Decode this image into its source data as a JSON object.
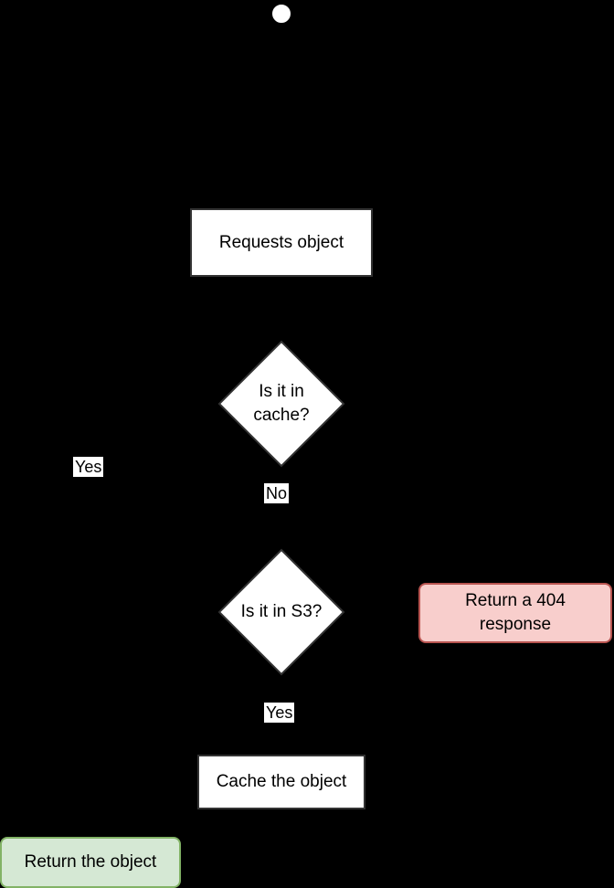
{
  "diagram": {
    "nodes": {
      "request": "Requests object",
      "in_cache": "Is it in\ncache?",
      "in_s3": "Is it in S3?",
      "return_404": "Return a 404\nresponse",
      "cache_object": "Cache the object",
      "return_object": "Return the object"
    },
    "edge_labels": {
      "cache_yes": "Yes",
      "cache_no": "No",
      "s3_yes": "Yes"
    },
    "colors": {
      "background": "#000000",
      "error_fill": "#f8cecc",
      "error_stroke": "#b85450",
      "success_fill": "#d5e8d4",
      "success_stroke": "#82b366"
    }
  }
}
